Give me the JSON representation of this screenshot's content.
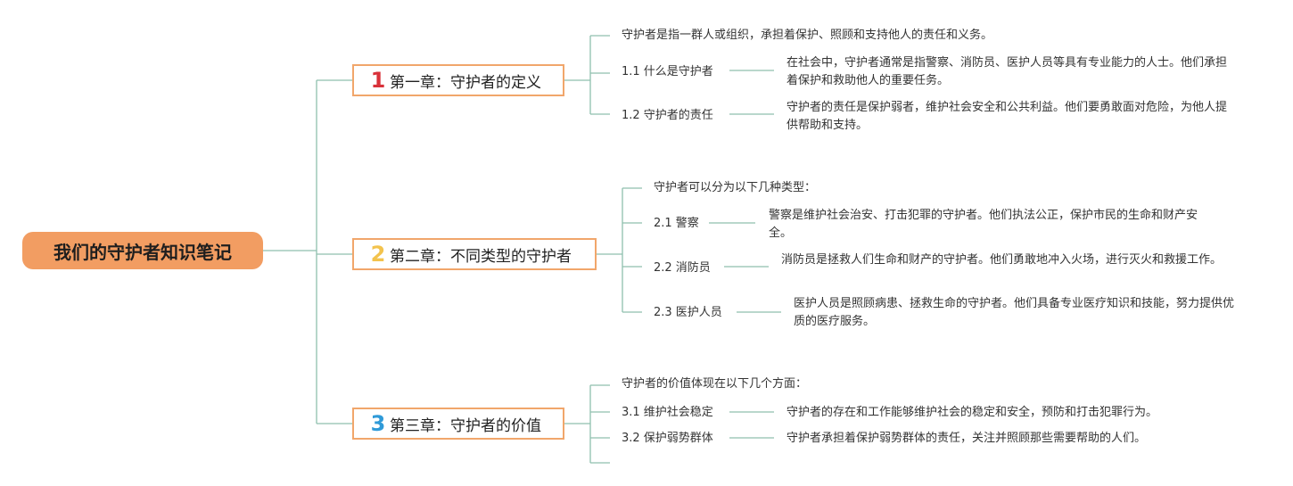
{
  "colors": {
    "root_bg": "#f29d62",
    "chapter_border": "#f1a66b",
    "line": "#8fbfae"
  },
  "root": {
    "title": "我们的守护者知识笔记"
  },
  "chapters": [
    {
      "badge": "1",
      "badge_color": "#d9323a",
      "title": "第一章：守护者的定义",
      "intro": "守护者是指一群人或组织，承担着保护、照顾和支持他人的责任和义务。",
      "items": [
        {
          "label": "1.1 什么是守护者",
          "detail": "在社会中，守护者通常是指警察、消防员、医护人员等具有专业能力的人士。他们承担着保护和救助他人的重要任务。"
        },
        {
          "label": "1.2 守护者的责任",
          "detail": "守护者的责任是保护弱者，维护社会安全和公共利益。他们要勇敢面对危险，为他人提供帮助和支持。"
        }
      ]
    },
    {
      "badge": "2",
      "badge_color": "#f3c34d",
      "title": "第二章：不同类型的守护者",
      "intro": "守护者可以分为以下几种类型：",
      "items": [
        {
          "label": "2.1 警察",
          "detail": "警察是维护社会治安、打击犯罪的守护者。他们执法公正，保护市民的生命和财产安全。"
        },
        {
          "label": "2.2 消防员",
          "detail": "消防员是拯救人们生命和财产的守护者。他们勇敢地冲入火场，进行灭火和救援工作。"
        },
        {
          "label": "2.3 医护人员",
          "detail": "医护人员是照顾病患、拯救生命的守护者。他们具备专业医疗知识和技能，努力提供优质的医疗服务。"
        }
      ]
    },
    {
      "badge": "3",
      "badge_color": "#2f9ad8",
      "title": "第三章：守护者的价值",
      "intro": "守护者的价值体现在以下几个方面：",
      "items": [
        {
          "label": "3.1 维护社会稳定",
          "detail": "守护者的存在和工作能够维护社会的稳定和安全，预防和打击犯罪行为。"
        },
        {
          "label": "3.2 保护弱势群体",
          "detail": "守护者承担着保护弱势群体的责任，关注并照顾那些需要帮助的人们。"
        }
      ]
    }
  ]
}
